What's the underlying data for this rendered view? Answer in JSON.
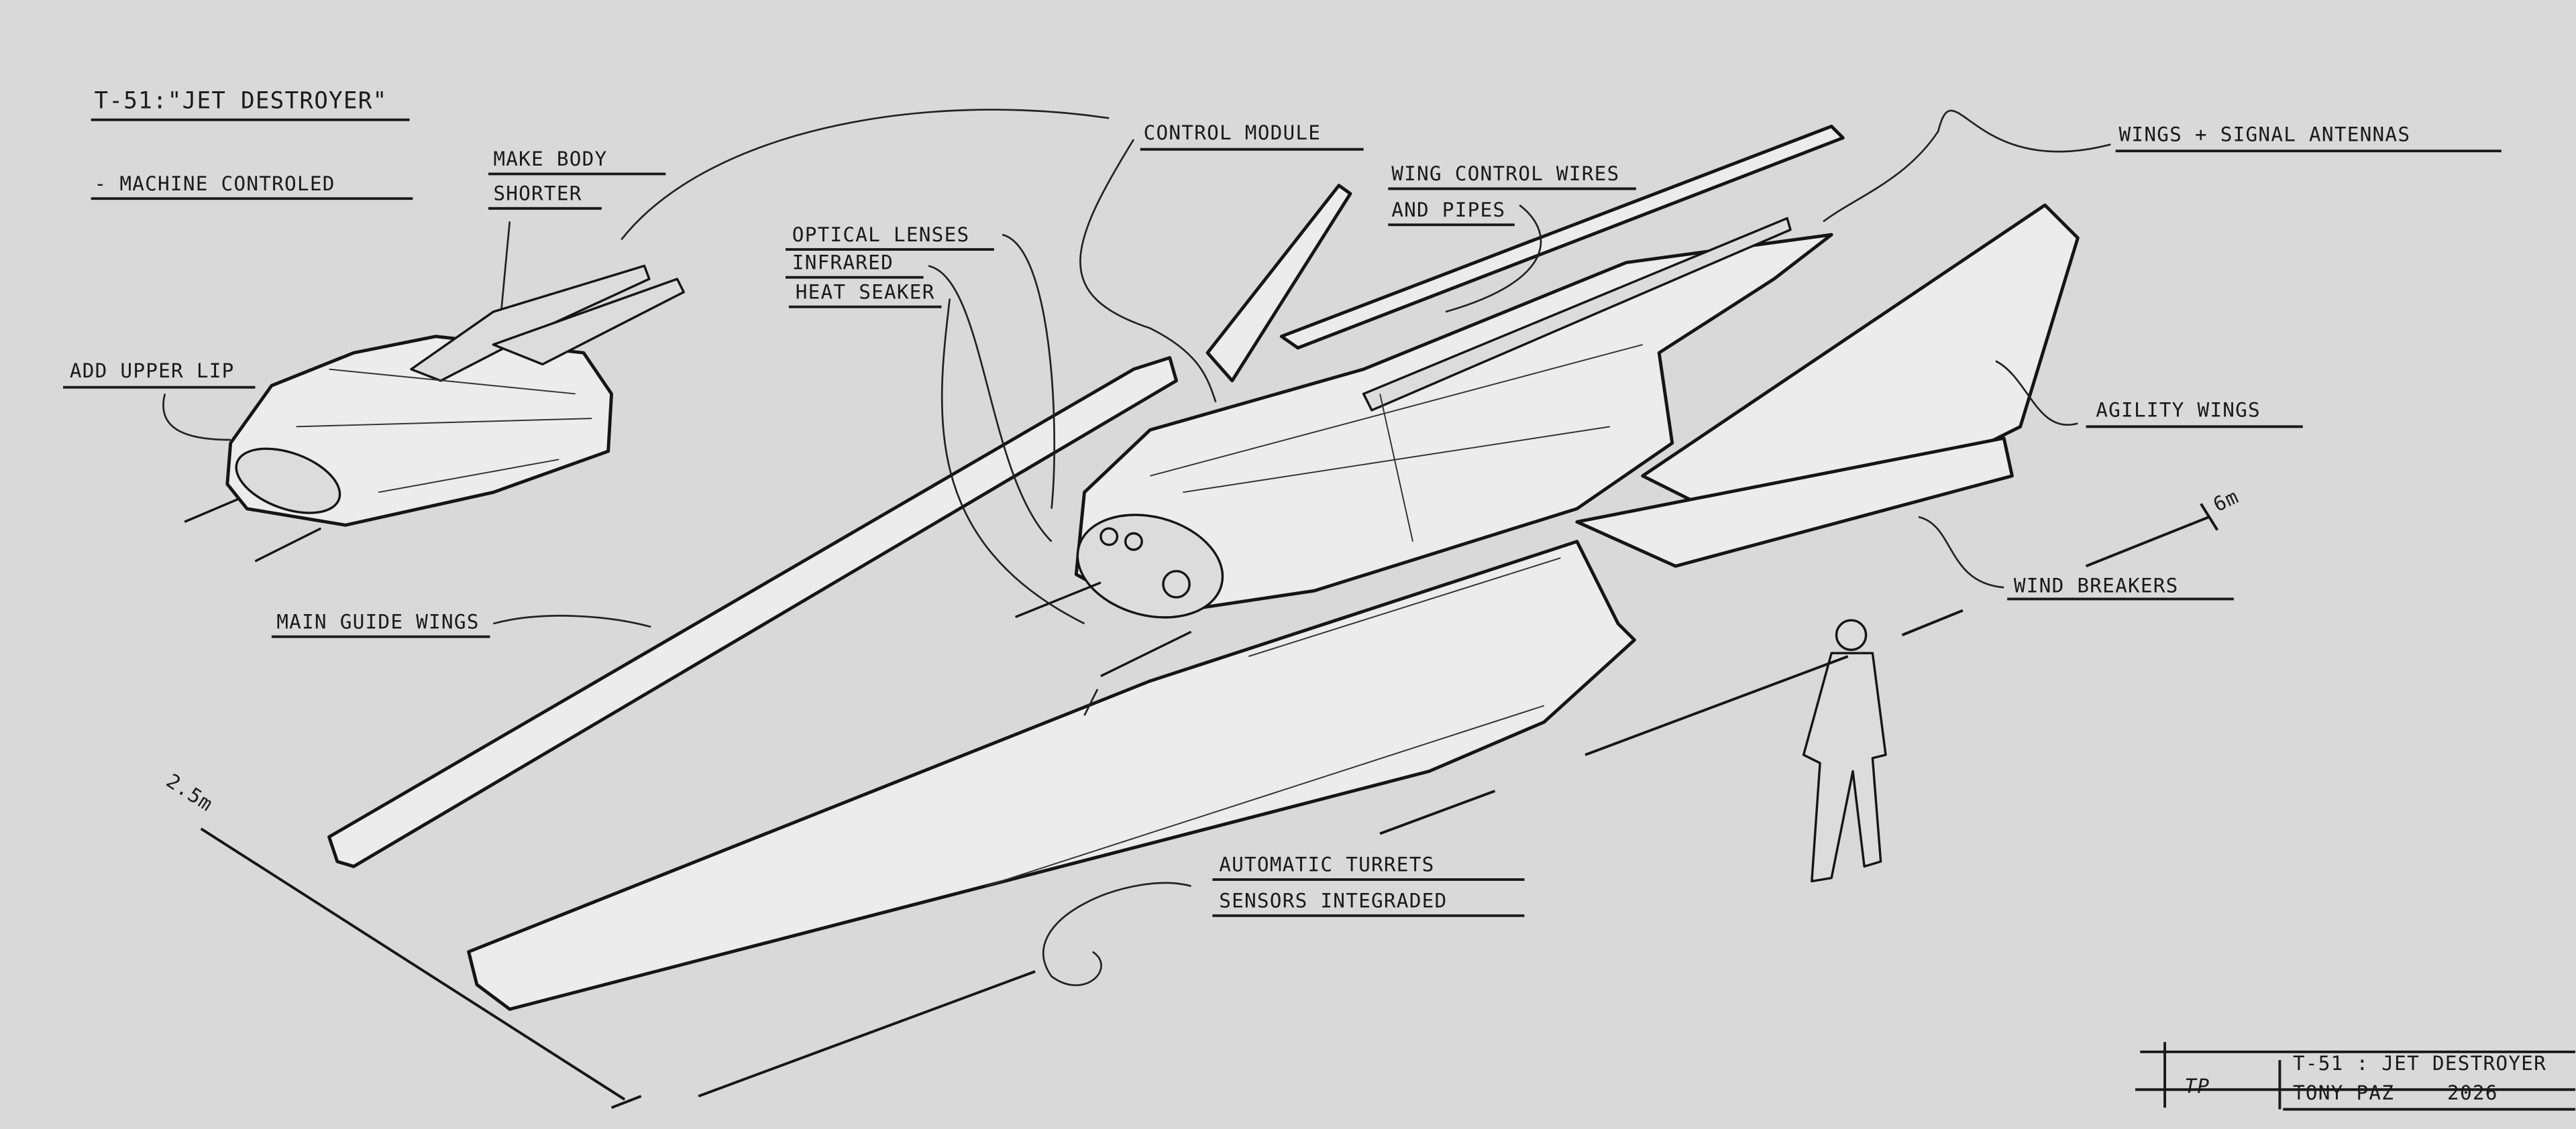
{
  "sheet": {
    "title": "T-51:\"JET DESTROYER\"",
    "note": "- MACHINE CONTROLED"
  },
  "annotations": {
    "make_body_1": "MAKE BODY",
    "make_body_2": "SHORTER",
    "add_upper_lip": "ADD UPPER LIP",
    "main_guide_wings": "MAIN GUIDE WINGS",
    "optical_lenses": "OPTICAL LENSES",
    "infrared": "INFRARED",
    "heat_seaker": "HEAT SEAKER",
    "control_module": "CONTROL MODULE",
    "wing_control_1": "WING CONTROL WIRES",
    "wing_control_2": "AND PIPES",
    "wings_antennas": "WINGS + SIGNAL ANTENNAS",
    "agility_wings": "AGILITY WINGS",
    "wind_breakers": "WIND BREAKERS",
    "turrets_1": "AUTOMATIC TURRETS",
    "turrets_2": "SENSORS INTEGRADED"
  },
  "dimensions": {
    "length": "6m",
    "width": "2.5m"
  },
  "title_block": {
    "signature": "TP",
    "name": "T-51 : JET DESTROYER",
    "author": "TONY PAZ",
    "year": "2026"
  }
}
